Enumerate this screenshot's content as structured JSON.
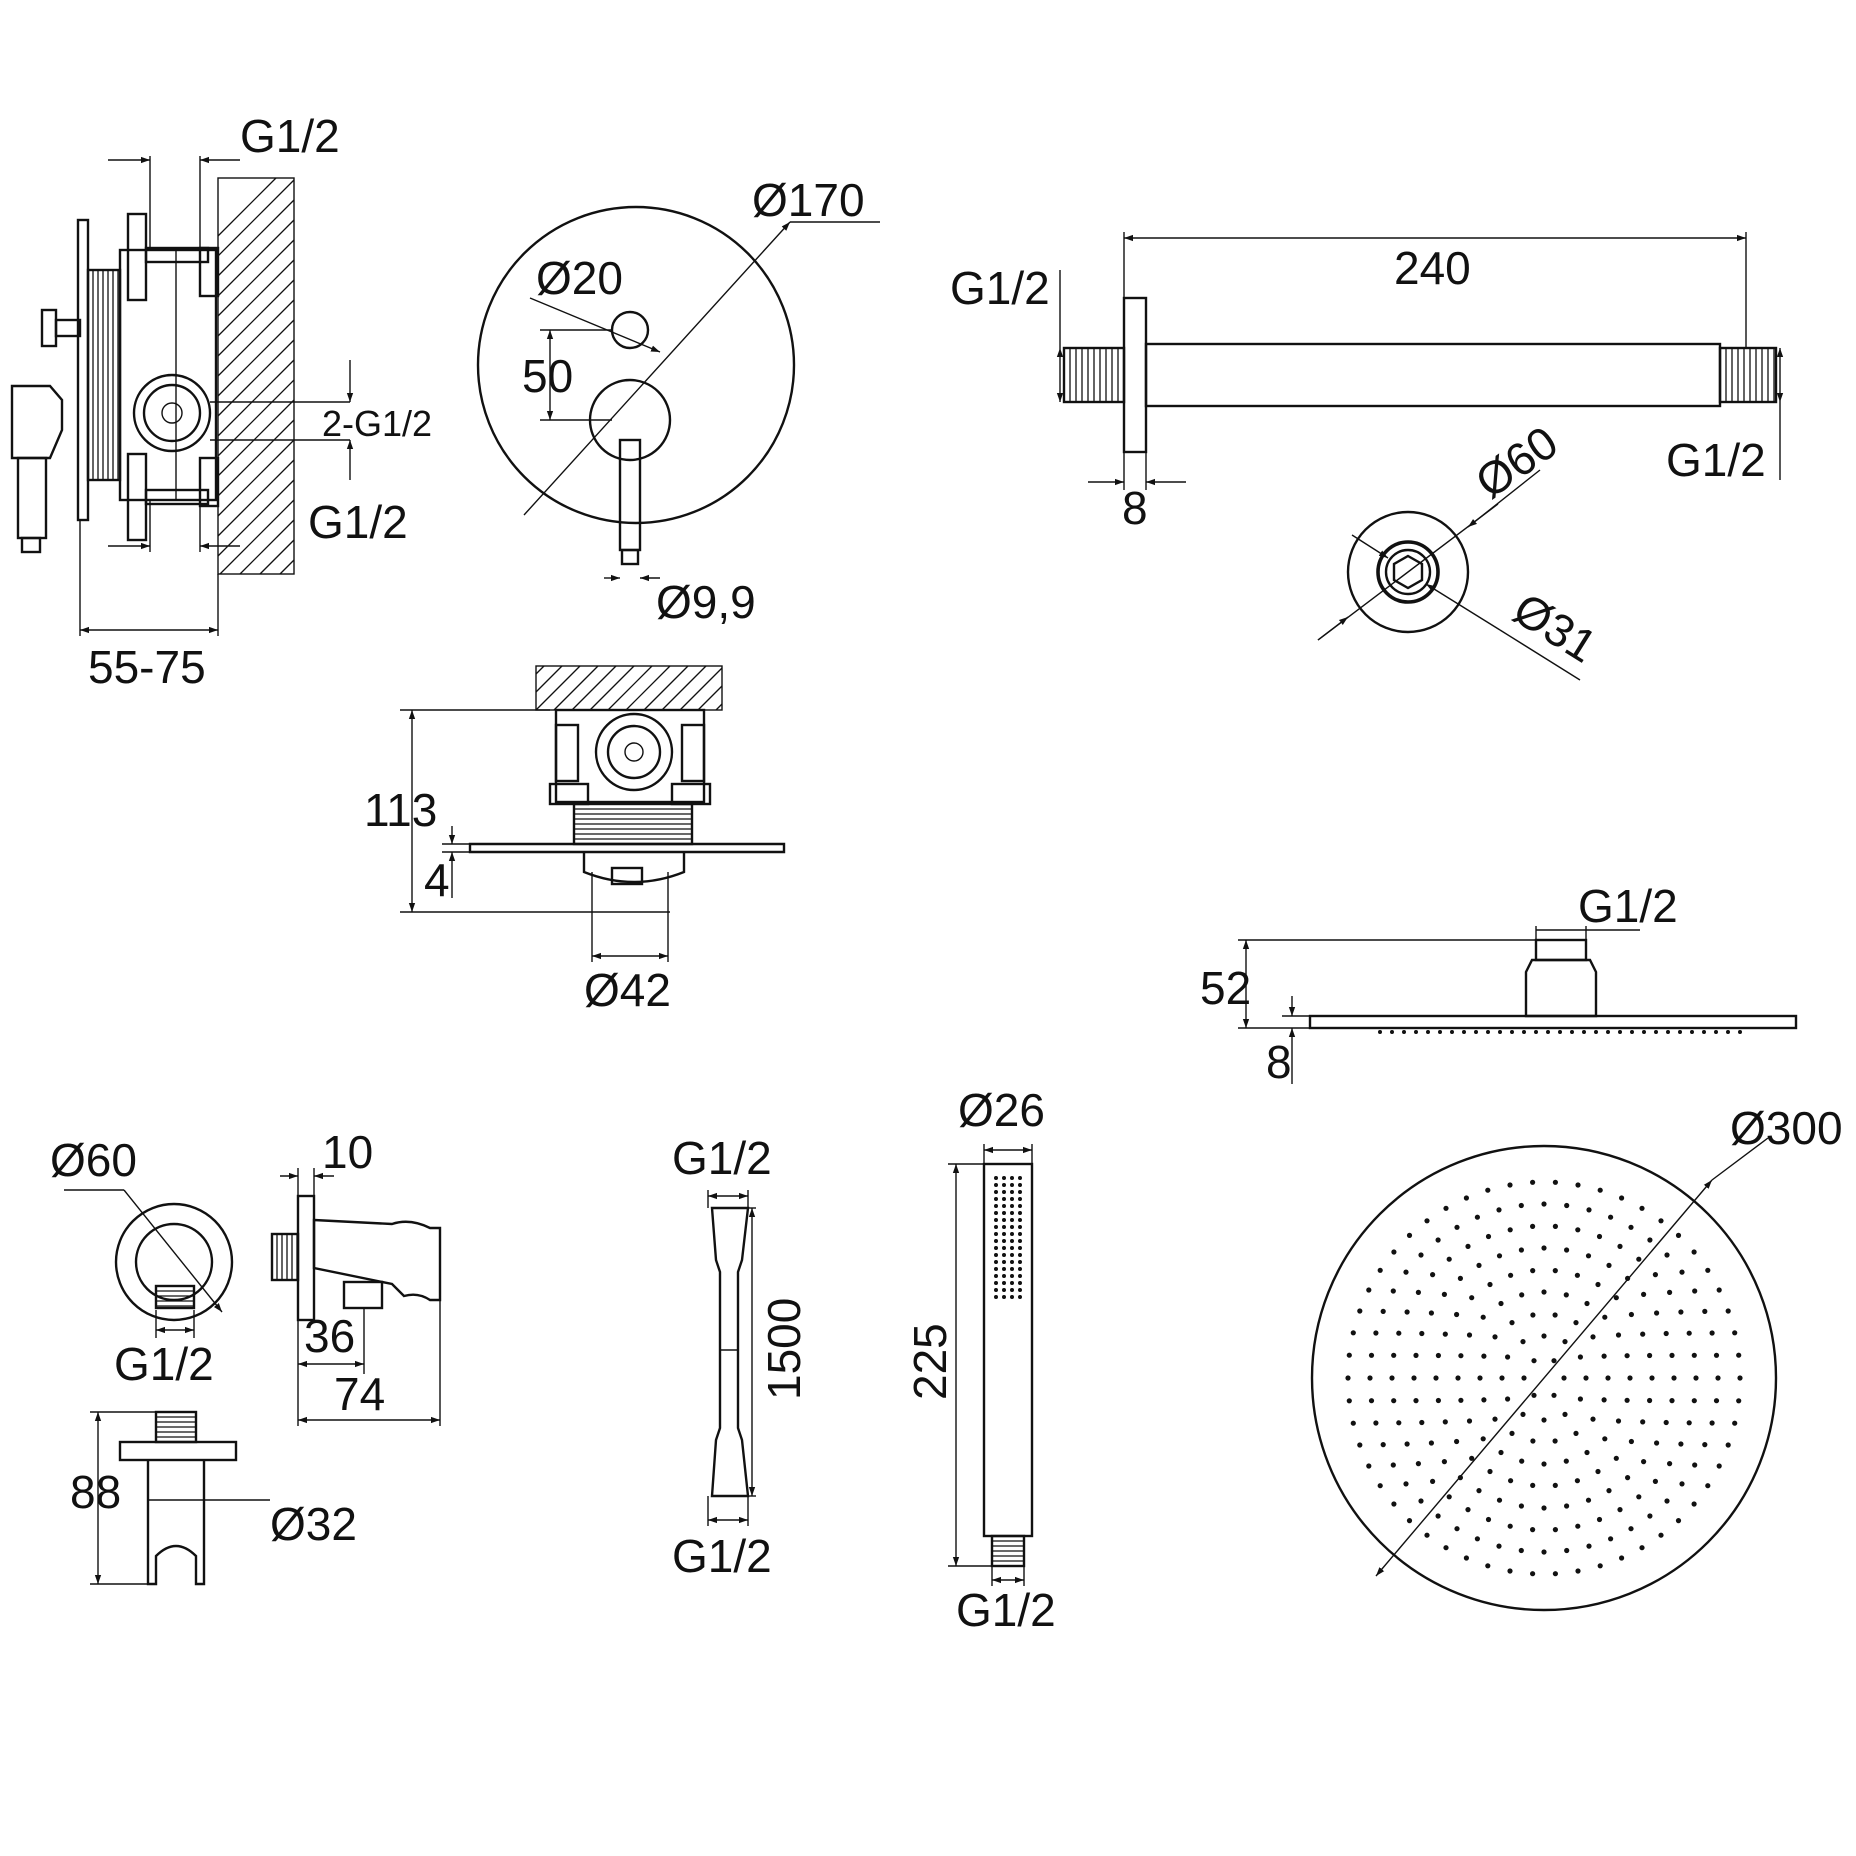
{
  "diagram": {
    "mixer_side": {
      "g_top": "G1/2",
      "g_mid": "2-G1/2",
      "g_bottom": "G1/2",
      "depth": "55-75"
    },
    "mixer_front": {
      "dia_plate": "Ø170",
      "dia_knob": "Ø20",
      "dist": "50",
      "dia_lever": "Ø9,9"
    },
    "mixer_top": {
      "height": "113",
      "plate_thk": "4",
      "dia_body": "Ø42"
    },
    "arm": {
      "length": "240",
      "g_left": "G1/2",
      "g_right": "G1/2",
      "flange": "8",
      "dia_flange": "Ø60",
      "dia_inner": "Ø31"
    },
    "head_side": {
      "g": "G1/2",
      "height": "52",
      "thk": "8"
    },
    "head_top": {
      "dia": "Ø300"
    },
    "outlet": {
      "dia": "Ø60",
      "g_front": "G1/2",
      "wall": "10",
      "d36": "36",
      "d74": "74",
      "height": "88",
      "dia_holder": "Ø32"
    },
    "hose": {
      "g_top": "G1/2",
      "length": "1500",
      "g_bottom": "G1/2"
    },
    "hand": {
      "dia": "Ø26",
      "length": "225",
      "g": "G1/2"
    }
  }
}
